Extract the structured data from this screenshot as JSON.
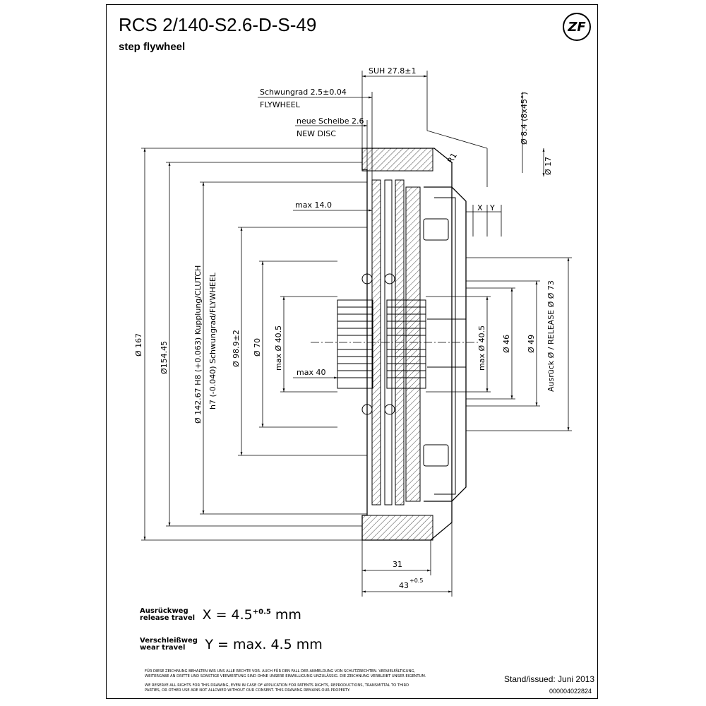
{
  "header": {
    "title": "RCS 2/140-S2.6-D-S-49",
    "subtitle": "step flywheel",
    "logo_text": "ZF"
  },
  "dimensions": {
    "suh": "SUH 27.8±1",
    "flywheel_de": "Schwungrad 2.5±0.04",
    "flywheel_en": "FLYWHEEL",
    "disc_de": "neue Scheibe 2.6",
    "disc_en": "NEW DISC",
    "hole": "Ø 8.4 (8x45°)",
    "d17": "Ø 17",
    "r1": "R1",
    "x": "X",
    "y": "Y",
    "max14": "max 14.0",
    "max40": "max 40",
    "d167": "Ø 167",
    "d154": "Ø154.45",
    "d142": "Ø 142.67 H8 (+0.063) Kupplung/CLUTCH",
    "h7": "h7 (-0.040) Schwungrad/FLYWHEEL",
    "d98": "Ø 98.9±2",
    "d70": "Ø 70",
    "d40_left": "max Ø 40.5",
    "d40_right": "max Ø 40.5",
    "d46": "Ø 46",
    "d49": "Ø 49",
    "d73": "Ausrück Ø / RELEASE Ø    Ø 73",
    "w31": "31",
    "w43": "43",
    "w43_tol": "+0.5"
  },
  "formulas": {
    "release_label_de": "Ausrückweg",
    "release_label_en": "release travel",
    "release_eq": "X = 4.5",
    "release_tol": "+0.5",
    "release_unit": " mm",
    "wear_label_de": "Verschleißweg",
    "wear_label_en": "wear travel",
    "wear_eq": "Y = max. 4.5 mm"
  },
  "legal": {
    "line1": "FÜR DIESE ZEICHNUNG BEHALTEN WIR UNS ALLE RECHTE VOR. AUCH FÜR DEN FALL DER ANMELDUNG VON SCHUTZRECHTEN. VERVIELFÄLTIGUNG,",
    "line2": "WEITERGABE AN DRITTE UND SONSTIGE VERWERTUNG SIND OHNE UNSERE EINWILLIGUNG UNZULÄSSIG. DIE ZEICHNUNG VERBLEIBT UNSER EIGENTUM.",
    "line3": "WE RESERVE ALL RIGHTS FOR THIS DRAWING, EVEN IN CASE OF APPLICATION FOR PATENTS RIGHTS, REPRODUCTIONS, TRANSMITTAL TO THIRD",
    "line4": "PARTIES, OR OTHER USE ARE NOT ALLOWED WITHOUT OUR CONSENT. THIS DRAWING REMAINS OUR PROPERTY."
  },
  "footer": {
    "stand": "Stand/issued:  Juni 2013",
    "docno": "000004022824"
  }
}
